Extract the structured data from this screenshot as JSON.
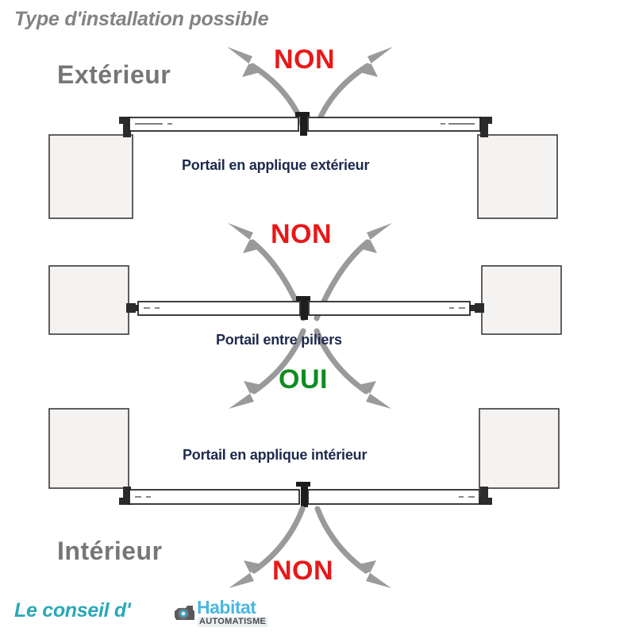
{
  "page": {
    "title": "Type d'installation possible",
    "background": "#ffffff"
  },
  "colors": {
    "title_gray": "#838383",
    "side_label_gray": "#767676",
    "non_red": "#e81818",
    "oui_green": "#0e8c1e",
    "gate_label_navy": "#1d2a4d",
    "arrow_gray": "#9a9a9a",
    "pillar_fill": "#f4f3f1",
    "pillar_stroke": "#3a3a3a",
    "leaf_fill": "#ffffff",
    "leaf_stroke": "#222222",
    "footer_teal": "#2aa8b8",
    "logo_blue": "#49b7e0",
    "logo_dark": "#4a4a4a"
  },
  "side_labels": {
    "exterior": "Extérieur",
    "interior": "Intérieur"
  },
  "rows": [
    {
      "id": "exterior-mount",
      "gate_label": "Portail en applique extérieur",
      "verdict": "NON",
      "verdict_type": "non",
      "verdict_color": "#e81818",
      "swing_direction": "up",
      "mounting": "applique-exterieur"
    },
    {
      "id": "between-pillars",
      "gate_label": "Portail entre piliers",
      "verdict_top": "NON",
      "verdict_bottom": "OUI",
      "verdict_top_color": "#e81818",
      "verdict_bottom_color": "#0e8c1e",
      "swing_direction": "both",
      "mounting": "entre-piliers"
    },
    {
      "id": "interior-mount",
      "gate_label": "Portail en applique intérieur",
      "verdict": "NON",
      "verdict_type": "non",
      "verdict_color": "#e81818",
      "swing_direction": "down",
      "mounting": "applique-interieur"
    }
  ],
  "footer": {
    "advice_text": "Le conseil d'",
    "logo": {
      "brand": "Habitat",
      "sub": "AUTOMATISME",
      "mark": "camera-motor-icon"
    }
  }
}
